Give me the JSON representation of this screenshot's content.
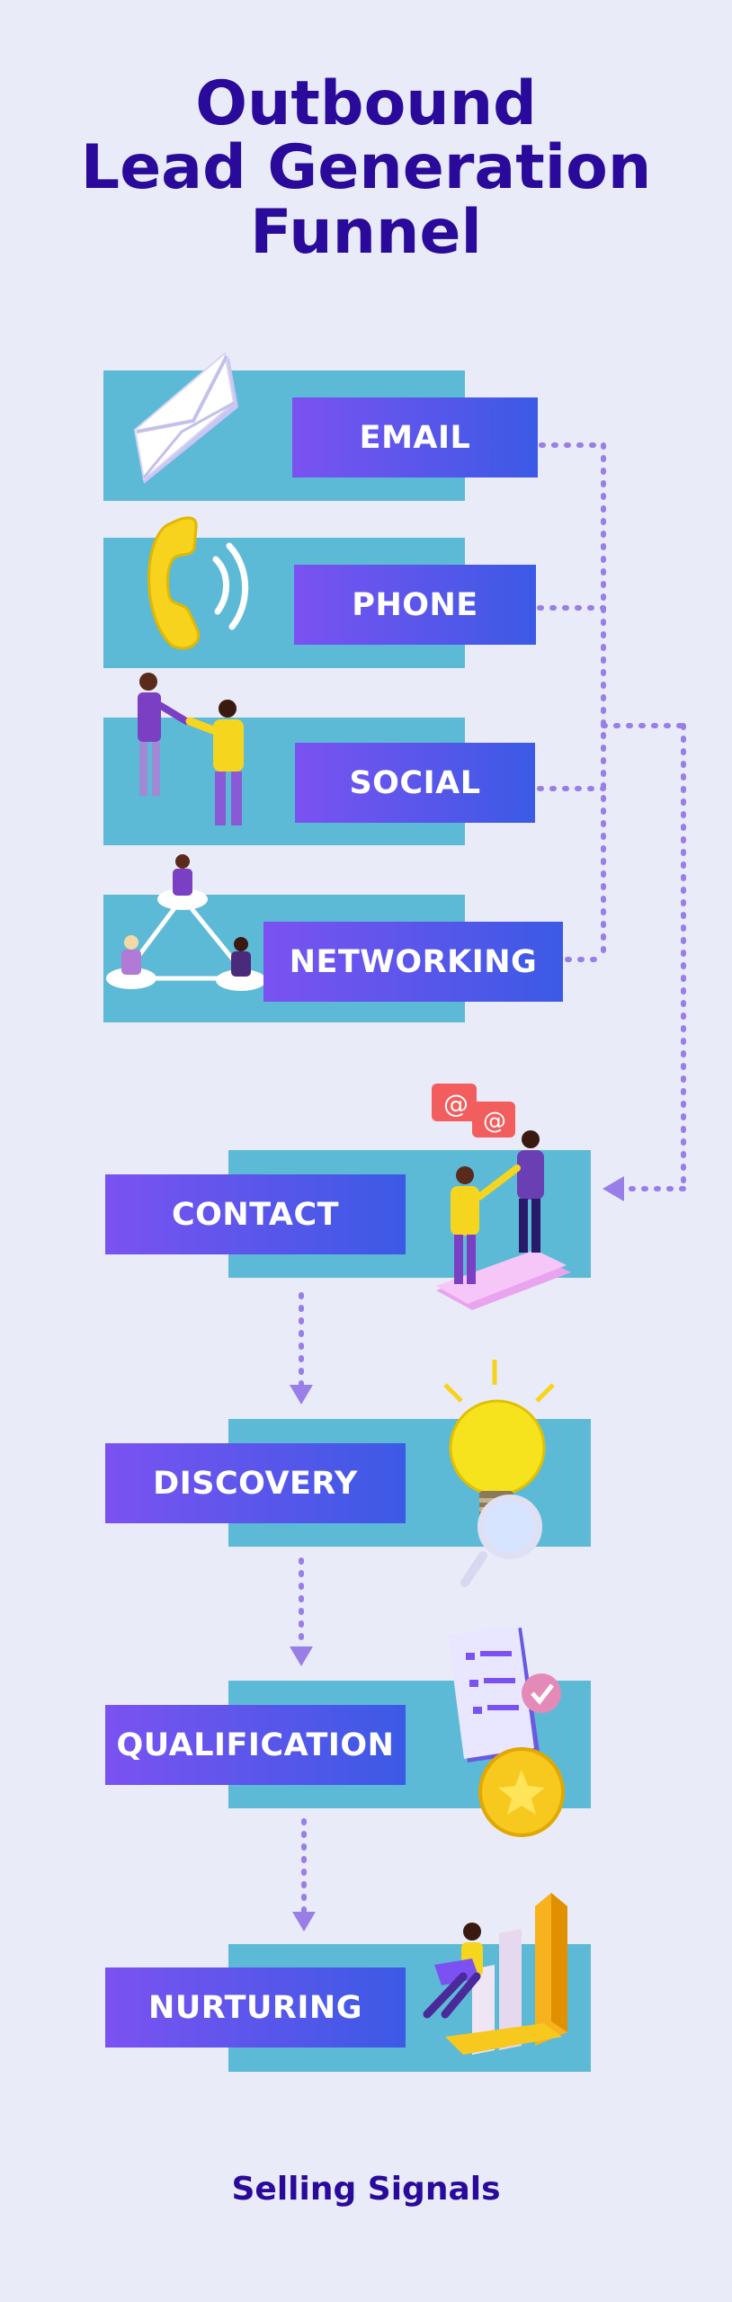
{
  "title": {
    "line1": "Outbound",
    "line2": "Lead Generation",
    "line3": "Funnel"
  },
  "sources": [
    {
      "label": "EMAIL",
      "icon": "envelope-icon"
    },
    {
      "label": "PHONE",
      "icon": "phone-handset-icon"
    },
    {
      "label": "SOCIAL",
      "icon": "handshake-people-icon"
    },
    {
      "label": "NETWORKING",
      "icon": "network-people-icon"
    }
  ],
  "stages": [
    {
      "label": "CONTACT",
      "icon": "contact-chat-icon"
    },
    {
      "label": "DISCOVERY",
      "icon": "lightbulb-magnifier-icon"
    },
    {
      "label": "QUALIFICATION",
      "icon": "checklist-coin-icon"
    },
    {
      "label": "NURTURING",
      "icon": "growth-chart-person-icon"
    }
  ],
  "footer": "Selling Signals",
  "colors": {
    "background": "#e9ecf8",
    "title": "#2a0a9a",
    "panel": "#5dbad6",
    "label_gradient_start": "#7b52f1",
    "label_gradient_end": "#3b5ae5",
    "connector": "#9a7ee8"
  }
}
